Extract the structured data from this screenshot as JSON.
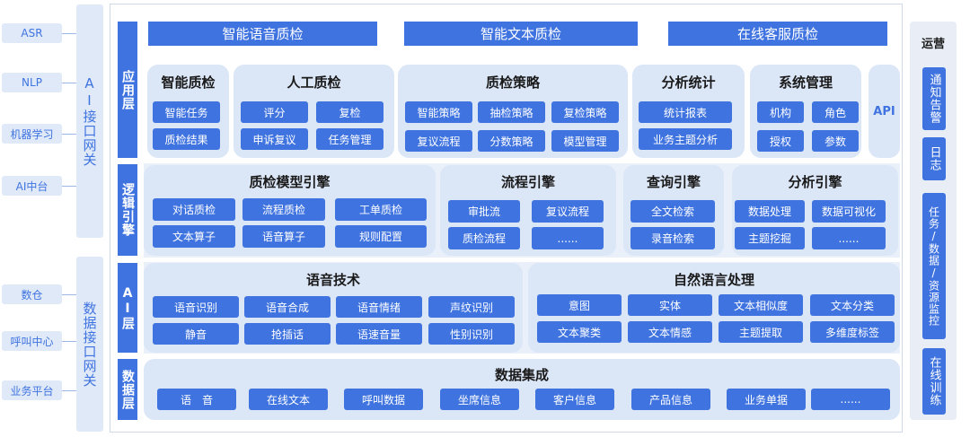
{
  "left": {
    "top_group": {
      "items": [
        "ASR",
        "NLP",
        "机器学习",
        "AI中台"
      ],
      "gateway": "AI接口网关"
    },
    "bottom_group": {
      "items": [
        "数仓",
        "呼叫中心",
        "业务平台"
      ],
      "gateway": "数据接口网关"
    }
  },
  "layers": {
    "app": "应用层",
    "logic": "逻辑引擎",
    "ai": "AI层",
    "data": "数据层"
  },
  "top_bars": [
    "智能语音质检",
    "智能文本质检",
    "在线客服质检"
  ],
  "app": {
    "smart_qc": {
      "title": "智能质检",
      "items": [
        "智能任务",
        "质检结果"
      ]
    },
    "manual_qc": {
      "title": "人工质检",
      "items": [
        "评分",
        "复检",
        "申诉复议",
        "任务管理"
      ]
    },
    "strategy": {
      "title": "质检策略",
      "items": [
        "智能策略",
        "抽检策略",
        "复检策略",
        "复议流程",
        "分数策略",
        "模型管理"
      ]
    },
    "analytics": {
      "title": "分析统计",
      "items": [
        "统计报表",
        "业务主题分析"
      ]
    },
    "system": {
      "title": "系统管理",
      "items": [
        "机构",
        "角色",
        "授权",
        "参数"
      ]
    },
    "api": "API"
  },
  "logic": {
    "model_engine": {
      "title": "质检模型引擎",
      "items": [
        "对话质检",
        "流程质检",
        "工单质检",
        "文本算子",
        "语音算子",
        "规则配置"
      ]
    },
    "flow_engine": {
      "title": "流程引擎",
      "items": [
        "审批流",
        "复议流程",
        "质检流程",
        "......"
      ]
    },
    "query_engine": {
      "title": "查询引擎",
      "items": [
        "全文检索",
        "录音检索"
      ]
    },
    "analysis_engine": {
      "title": "分析引擎",
      "items": [
        "数据处理",
        "数据可视化",
        "主题挖掘",
        "......"
      ]
    }
  },
  "ai": {
    "speech": {
      "title": "语音技术",
      "items": [
        "语音识别",
        "语音合成",
        "语音情绪",
        "声纹识别",
        "静音",
        "抢插话",
        "语速音量",
        "性别识别"
      ]
    },
    "nlp": {
      "title": "自然语言处理",
      "items": [
        "意图",
        "实体",
        "文本相似度",
        "文本分类",
        "文本聚类",
        "文本情感",
        "主题提取",
        "多维度标签"
      ]
    }
  },
  "data_layer": {
    "title": "数据集成",
    "items": [
      "语　音",
      "在线文本",
      "呼叫数据",
      "坐席信息",
      "客户信息",
      "产品信息",
      "业务单据",
      "......"
    ]
  },
  "ops": {
    "title": "运营",
    "items": [
      "通知告警",
      "日志",
      "任务/数据/资源监控",
      "在线训练"
    ]
  }
}
